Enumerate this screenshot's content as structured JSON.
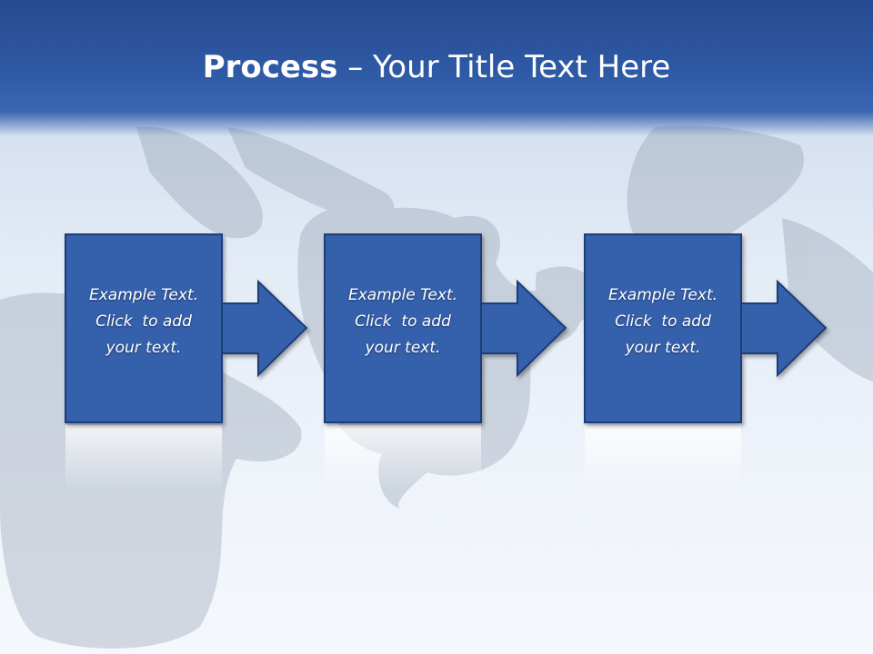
{
  "title": {
    "bold": "Process",
    "rest": " – Your Title Text Here"
  },
  "steps": [
    {
      "lines": [
        "Example Text.",
        "Click  to add",
        "your text."
      ]
    },
    {
      "lines": [
        "Example Text.",
        "Click  to add",
        "your text."
      ]
    },
    {
      "lines": [
        "Example Text.",
        "Click  to add",
        "your text."
      ]
    }
  ],
  "colors": {
    "title_band": "#2f5aa6",
    "box_fill": "#3461ac",
    "box_border": "#1f3e78",
    "text": "#ffffff"
  }
}
